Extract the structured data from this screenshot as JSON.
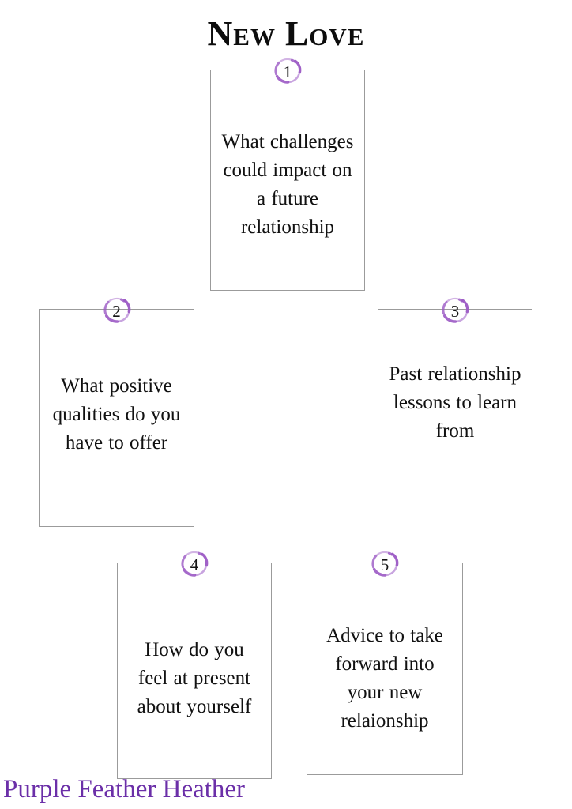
{
  "page": {
    "title": "New Love",
    "background_color": "#ffffff",
    "accent_color": "#6B2FA8",
    "border_color": "#9b9b9b",
    "text_color": "#111111"
  },
  "cards": [
    {
      "number": "1",
      "text": "What challenges could impact on a future relationship"
    },
    {
      "number": "2",
      "text": "What positive qualities do you have to offer"
    },
    {
      "number": "3",
      "text": "Past relationship lessons to learn from"
    },
    {
      "number": "4",
      "text": "How do you feel at present about yourself"
    },
    {
      "number": "5",
      "text": "Advice to take forward into your new relaionship"
    }
  ],
  "footer": {
    "signature": "Purple Feather Heather"
  }
}
